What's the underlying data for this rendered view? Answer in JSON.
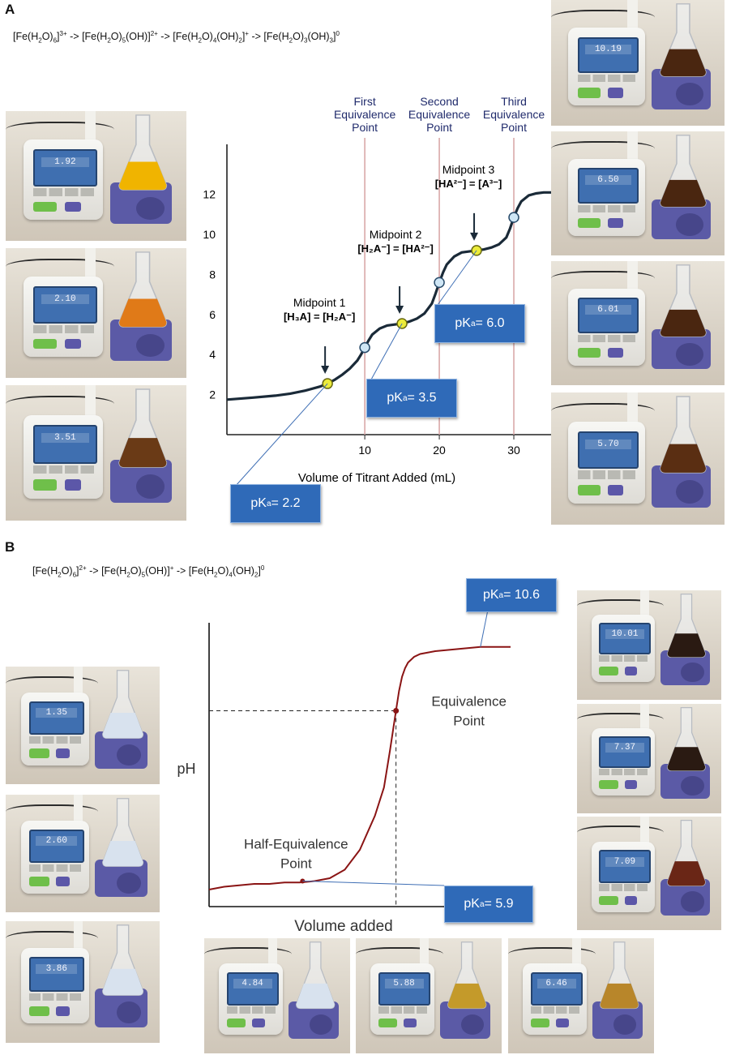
{
  "panelA": {
    "letter": "A",
    "equation": [
      {
        "t": "[Fe(H"
      },
      {
        "sub": "2"
      },
      {
        "t": "O)"
      },
      {
        "sub": "6"
      },
      {
        "t": "]"
      },
      {
        "sup": "3+"
      },
      {
        "t": " -> [Fe(H"
      },
      {
        "sub": "2"
      },
      {
        "t": "O)"
      },
      {
        "sub": "5"
      },
      {
        "t": "(OH)]"
      },
      {
        "sup": "2+"
      },
      {
        "t": " -> [Fe(H"
      },
      {
        "sub": "2"
      },
      {
        "t": "O)"
      },
      {
        "sub": "4"
      },
      {
        "t": "(OH)"
      },
      {
        "sub": "2"
      },
      {
        "t": "]"
      },
      {
        "sup": "+"
      },
      {
        "t": " -> [Fe(H"
      },
      {
        "sub": "2"
      },
      {
        "t": "O)"
      },
      {
        "sub": "3"
      },
      {
        "t": "(OH)"
      },
      {
        "sub": "3"
      },
      {
        "t": "]"
      },
      {
        "sup": "0"
      }
    ],
    "photos_left": [
      {
        "reading": "1.92",
        "liquid": "#f0b400"
      },
      {
        "reading": "2.10",
        "liquid": "#e07a18"
      },
      {
        "reading": "3.51",
        "liquid": "#6a3a16"
      }
    ],
    "photos_right": [
      {
        "reading": "10.19",
        "liquid": "#4a2610"
      },
      {
        "reading": "6.50",
        "liquid": "#4a2610"
      },
      {
        "reading": "6.01",
        "liquid": "#4a2610"
      },
      {
        "reading": "5.70",
        "liquid": "#5a2e12"
      }
    ],
    "callouts": [
      {
        "label": "pK",
        "sub": "a",
        "value": " = 2.2"
      },
      {
        "label": "pK",
        "sub": "a",
        "value": " = 3.5"
      },
      {
        "label": "pK",
        "sub": "a",
        "value": " = 6.0"
      }
    ]
  },
  "panelB": {
    "letter": "B",
    "equation": [
      {
        "t": "[Fe(H"
      },
      {
        "sub": "2"
      },
      {
        "t": "O)"
      },
      {
        "sub": "6"
      },
      {
        "t": "]"
      },
      {
        "sup": "2+"
      },
      {
        "t": " -> [Fe(H"
      },
      {
        "sub": "2"
      },
      {
        "t": "O)"
      },
      {
        "sub": "5"
      },
      {
        "t": "(OH)]"
      },
      {
        "sup": "+"
      },
      {
        "t": " -> [Fe(H"
      },
      {
        "sub": "2"
      },
      {
        "t": "O)"
      },
      {
        "sub": "4"
      },
      {
        "t": "(OH)"
      },
      {
        "sub": "2"
      },
      {
        "t": "]"
      },
      {
        "sup": "0"
      }
    ],
    "photos_left": [
      {
        "reading": "1.35",
        "liquid": "#d8e2ee"
      },
      {
        "reading": "2.60",
        "liquid": "#d8e2ee"
      },
      {
        "reading": "3.86",
        "liquid": "#d8e2ee"
      }
    ],
    "photos_right": [
      {
        "reading": "10.01",
        "liquid": "#2a1a12"
      },
      {
        "reading": "7.37",
        "liquid": "#2a1a12"
      },
      {
        "reading": "7.09",
        "liquid": "#6a2616"
      }
    ],
    "photos_bottom": [
      {
        "reading": "4.84",
        "liquid": "#d8e2ee"
      },
      {
        "reading": "5.88",
        "liquid": "#c49a2a"
      },
      {
        "reading": "6.46",
        "liquid": "#b8862a"
      }
    ],
    "callouts": [
      {
        "label": "pK",
        "sub": "a",
        "value": " = 10.6"
      },
      {
        "label": "pK",
        "sub": "a",
        "value": " = 5.9"
      }
    ]
  },
  "chart_data": [
    {
      "type": "line",
      "title": "",
      "xlabel": "Volume of Titrant Added (mL)",
      "ylabel": "",
      "xlim": [
        -8.5,
        35
      ],
      "ylim": [
        0,
        14.5
      ],
      "xticks": [
        10,
        20,
        30
      ],
      "yticks": [
        2,
        4,
        6,
        8,
        10,
        12
      ],
      "grid": false,
      "series": [
        {
          "x": [
            -8.5,
            -5,
            -2,
            0,
            2,
            4,
            5,
            6,
            7,
            8,
            9,
            9.5,
            10,
            10.5,
            11,
            12,
            13,
            14,
            15,
            16,
            17,
            18,
            19,
            19.5,
            20,
            20.5,
            21,
            22,
            23,
            24,
            25,
            26,
            27,
            28,
            29,
            29.5,
            30,
            30.5,
            31,
            32,
            33,
            34,
            35
          ],
          "y": [
            1.75,
            1.85,
            1.95,
            2.05,
            2.2,
            2.4,
            2.55,
            2.75,
            3.0,
            3.3,
            3.7,
            4.0,
            4.35,
            4.7,
            5.0,
            5.3,
            5.45,
            5.5,
            5.55,
            5.65,
            5.8,
            6.05,
            6.55,
            7.05,
            7.6,
            8.1,
            8.5,
            8.9,
            9.1,
            9.15,
            9.2,
            9.25,
            9.35,
            9.5,
            9.85,
            10.3,
            10.85,
            11.3,
            11.65,
            11.95,
            12.05,
            12.1,
            12.1
          ]
        }
      ],
      "equivalence_lines": [
        {
          "x": 10,
          "label": [
            "First",
            "Equivalence",
            "Point"
          ]
        },
        {
          "x": 20,
          "label": [
            "Second",
            "Equivalence",
            "Point"
          ]
        },
        {
          "x": 30,
          "label": [
            "Third",
            "Equivalence",
            "Point"
          ]
        }
      ],
      "equivalence_points": [
        {
          "x": 10,
          "y": 4.35
        },
        {
          "x": 20,
          "y": 7.6
        },
        {
          "x": 30,
          "y": 10.85
        }
      ],
      "midpoints": [
        {
          "x": 5,
          "y": 2.55,
          "name": "Midpoint 1",
          "expr": "[H₃A] = [H₂A⁻]"
        },
        {
          "x": 15,
          "y": 5.55,
          "name": "Midpoint 2",
          "expr": "[H₂A⁻] = [HA²⁻]"
        },
        {
          "x": 25,
          "y": 9.2,
          "name": "Midpoint 3",
          "expr": "[HA²⁻] = [A³⁻]"
        }
      ]
    },
    {
      "type": "line",
      "title": "",
      "xlabel": "Volume added",
      "ylabel": "pH",
      "xlim": [
        0,
        1
      ],
      "ylim": [
        0,
        1
      ],
      "grid": false,
      "series": [
        {
          "x": [
            0,
            0.05,
            0.1,
            0.15,
            0.2,
            0.25,
            0.3,
            0.35,
            0.4,
            0.45,
            0.5,
            0.55,
            0.58,
            0.6,
            0.61,
            0.62,
            0.63,
            0.64,
            0.65,
            0.66,
            0.68,
            0.7,
            0.75,
            0.8,
            0.85,
            0.9,
            0.95,
            1.0
          ],
          "y": [
            0.06,
            0.07,
            0.075,
            0.08,
            0.08,
            0.085,
            0.085,
            0.09,
            0.1,
            0.13,
            0.2,
            0.32,
            0.42,
            0.55,
            0.62,
            0.69,
            0.76,
            0.81,
            0.84,
            0.86,
            0.88,
            0.89,
            0.9,
            0.905,
            0.91,
            0.915,
            0.915,
            0.915
          ]
        }
      ],
      "equivalence_point": {
        "x": 0.62,
        "y": 0.69,
        "label": [
          "Equivalence",
          "Point"
        ]
      },
      "half_equivalence_point": {
        "x": 0.31,
        "y": 0.09,
        "label": [
          "Half-Equivalence",
          "Point"
        ]
      }
    }
  ]
}
